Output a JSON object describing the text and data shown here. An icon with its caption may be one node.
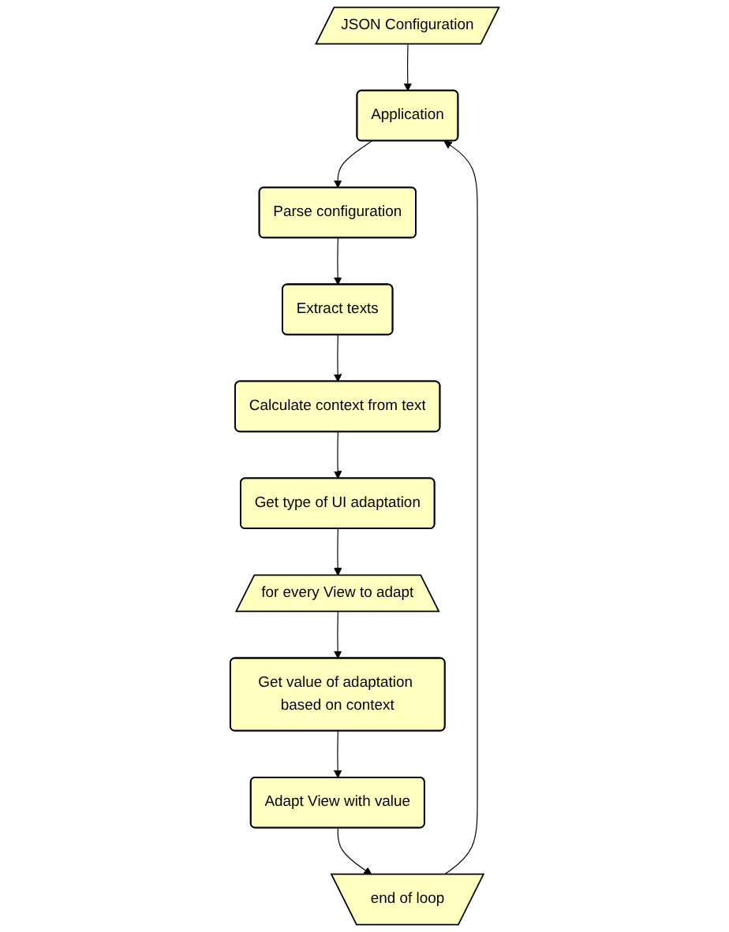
{
  "diagram": {
    "nodes": [
      {
        "text": [
          "JSON Configuration"
        ]
      },
      {
        "text": [
          "Application"
        ]
      },
      {
        "text": [
          "Parse configuration"
        ]
      },
      {
        "text": [
          "Extract texts"
        ]
      },
      {
        "text": [
          "Calculate context from text"
        ]
      },
      {
        "text": [
          "Get type of UI adaptation"
        ]
      },
      {
        "text": [
          "for every View to adapt"
        ]
      },
      {
        "text": [
          "Get value of adaptation based on context"
        ]
      },
      {
        "text": [
          "Adapt View with value"
        ]
      },
      {
        "text": [
          "end of loop"
        ]
      }
    ],
    "edges": [
      {
        "from": 0,
        "to": 1,
        "arrow": "to"
      },
      {
        "from": 1,
        "to": 2,
        "arrow": "to"
      },
      {
        "from": 2,
        "to": 3,
        "arrow": "to"
      },
      {
        "from": 3,
        "to": 4,
        "arrow": "to"
      },
      {
        "from": 4,
        "to": 5,
        "arrow": "to"
      },
      {
        "from": 5,
        "to": 6,
        "arrow": "to"
      },
      {
        "from": 6,
        "to": 7,
        "arrow": "to"
      },
      {
        "from": 7,
        "to": 8,
        "arrow": "to"
      },
      {
        "from": 8,
        "to": 9,
        "arrow": "to"
      },
      {
        "from": 9,
        "to": 1,
        "arrow": "to"
      }
    ]
  }
}
